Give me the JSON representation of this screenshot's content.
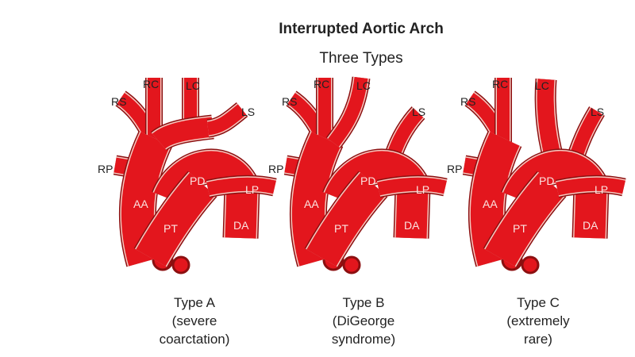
{
  "title": "Interrupted Aortic Arch",
  "subtitle": "Three Types",
  "colors": {
    "vessel": "#e3161d",
    "outline": "#8c0f10",
    "inner_line": "#f6c9c0"
  },
  "vessel_labels": [
    "RS",
    "RC",
    "LC",
    "LS",
    "RP",
    "AA",
    "PD",
    "LP",
    "PT",
    "DA"
  ],
  "types": [
    {
      "name": "Type A",
      "line2": "(severe",
      "line3": "coarctation)"
    },
    {
      "name": "Type B",
      "line2": "(DiGeorge",
      "line3": "syndrome)"
    },
    {
      "name": "Type C",
      "line2": "(extremely",
      "line3": "rare)"
    }
  ]
}
